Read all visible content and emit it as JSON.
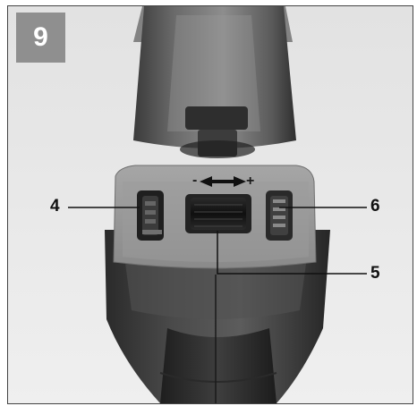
{
  "figure": {
    "number": "9",
    "callouts": {
      "c4": "4",
      "c5": "5",
      "c6": "6"
    }
  }
}
